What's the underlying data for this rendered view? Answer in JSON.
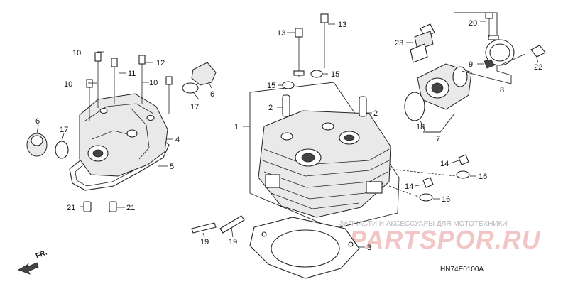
{
  "diagram": {
    "code": "HN74E0100A",
    "fr_label": "FR.",
    "watermark": {
      "text": "ЗАПЧАСТИ И АКСЕССУАРЫ ДЛЯ МОТОТЕХНИКИ",
      "logo": "PARTSPOR.RU",
      "color": "#f3c6c6"
    },
    "callouts": [
      {
        "id": "c1",
        "text": "1"
      },
      {
        "id": "c2a",
        "text": "2"
      },
      {
        "id": "c2b",
        "text": "2"
      },
      {
        "id": "c3",
        "text": "3"
      },
      {
        "id": "c4",
        "text": "4"
      },
      {
        "id": "c5",
        "text": "5"
      },
      {
        "id": "c6a",
        "text": "6"
      },
      {
        "id": "c6b",
        "text": "6"
      },
      {
        "id": "c7",
        "text": "7"
      },
      {
        "id": "c8",
        "text": "8"
      },
      {
        "id": "c9",
        "text": "9"
      },
      {
        "id": "c10a",
        "text": "10"
      },
      {
        "id": "c10b",
        "text": "10"
      },
      {
        "id": "c10c",
        "text": "10"
      },
      {
        "id": "c11",
        "text": "11"
      },
      {
        "id": "c12",
        "text": "12"
      },
      {
        "id": "c13a",
        "text": "13"
      },
      {
        "id": "c13b",
        "text": "13"
      },
      {
        "id": "c14a",
        "text": "14"
      },
      {
        "id": "c14b",
        "text": "14"
      },
      {
        "id": "c15a",
        "text": "15"
      },
      {
        "id": "c15b",
        "text": "15"
      },
      {
        "id": "c16a",
        "text": "16"
      },
      {
        "id": "c16b",
        "text": "16"
      },
      {
        "id": "c17a",
        "text": "17"
      },
      {
        "id": "c17b",
        "text": "17"
      },
      {
        "id": "c18",
        "text": "18"
      },
      {
        "id": "c19a",
        "text": "19"
      },
      {
        "id": "c19b",
        "text": "19"
      },
      {
        "id": "c20",
        "text": "20"
      },
      {
        "id": "c21a",
        "text": "21"
      },
      {
        "id": "c21b",
        "text": "21"
      },
      {
        "id": "c22",
        "text": "22"
      },
      {
        "id": "c23",
        "text": "23"
      }
    ]
  }
}
